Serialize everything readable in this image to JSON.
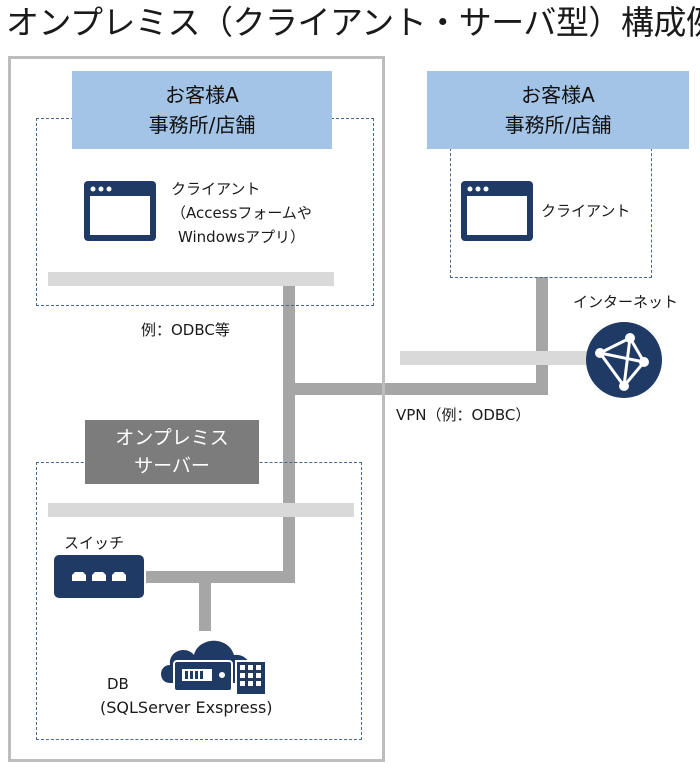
{
  "title": "オンプレミス（クライアント・サーバ型）構成例",
  "customer_a_left": {
    "line1": "お客様A",
    "line2": "事務所/店舗",
    "client_label": "クライアント",
    "client_detail1": "（Accessフォームや",
    "client_detail2": "Windowsアプリ）"
  },
  "customer_a_right": {
    "line1": "お客様A",
    "line2": "事務所/店舗",
    "client_label": "クライアント"
  },
  "connection_example": "例：ODBC等",
  "internet_label": "インターネット",
  "vpn_label": "VPN（例：ODBC）",
  "server": {
    "line1": "オンプレミス",
    "line2": "サーバー",
    "switch_label": "スイッチ",
    "db_line1": "DB",
    "db_line2": "(SQLServer Exspress)"
  },
  "colors": {
    "accent_blue": "#a3c4e6",
    "icon_navy": "#1f3a64",
    "server_gray": "#7c7c7c",
    "cable_gray": "#a6a6a6",
    "bar_gray": "#d9d9d9",
    "dash_blue": "#46698f"
  }
}
